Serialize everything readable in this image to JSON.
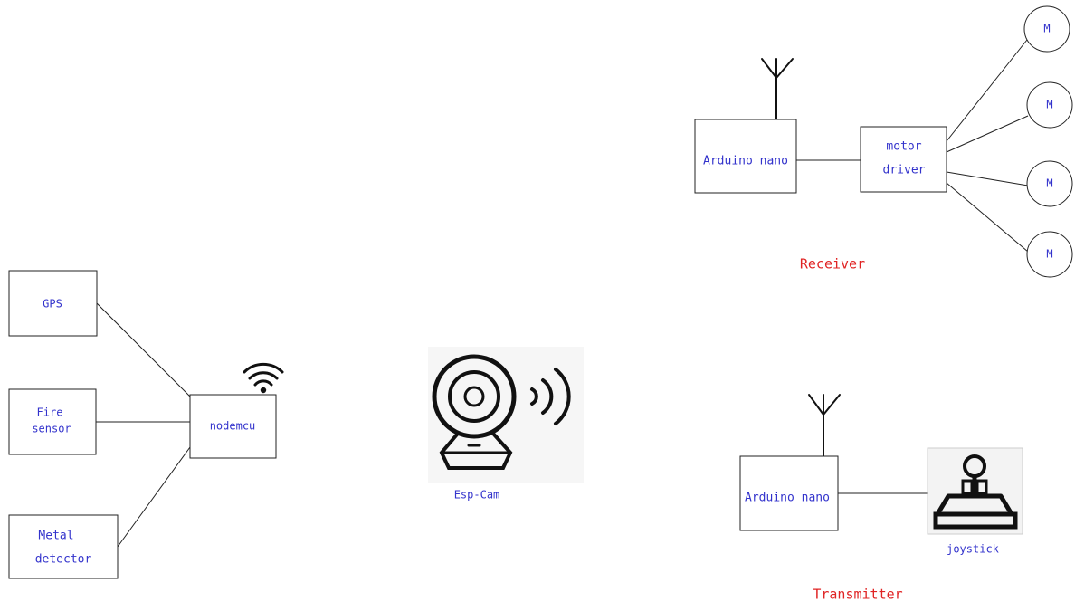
{
  "sensor_node": {
    "gps": "GPS",
    "fire_sensor": [
      "Fire",
      "sensor"
    ],
    "metal_detector": [
      "Metal",
      "detector"
    ],
    "controller": "nodemcu"
  },
  "camera": {
    "label": "Esp-Cam"
  },
  "receiver": {
    "controller": "Arduino nano",
    "motor_driver": [
      "motor",
      "driver"
    ],
    "motors": [
      "M",
      "M",
      "M",
      "M"
    ],
    "caption": "Receiver"
  },
  "transmitter": {
    "controller": "Arduino nano",
    "joystick": "joystick",
    "caption": "Transmitter"
  },
  "colors": {
    "label": "#3333cc",
    "caption": "#e02424",
    "line": "#222222"
  },
  "icons": [
    "wifi-icon",
    "antenna-icon",
    "webcam-icon",
    "joystick-icon"
  ]
}
